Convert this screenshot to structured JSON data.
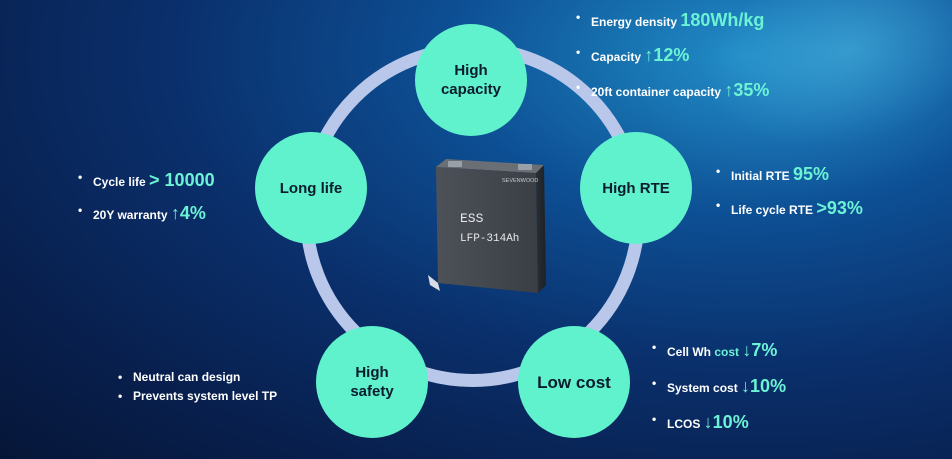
{
  "nodes": {
    "capacity": "High capacity",
    "rte": "High RTE",
    "cost": "Low cost",
    "safety": "High safety",
    "life": "Long life"
  },
  "cell": {
    "line1": "ESS",
    "line2": "LFP-314Ah",
    "brand": "SEVENWOOD"
  },
  "capacity_items": [
    {
      "label": "Energy density ",
      "value": "180Wh/kg"
    },
    {
      "label": "Capacity ",
      "value": "↑12%"
    },
    {
      "label": "20ft container capacity ",
      "value": "↑35%"
    }
  ],
  "rte_items": [
    {
      "label": "Initial RTE ",
      "value": "95%"
    },
    {
      "label": "Life cycle RTE ",
      "value": ">93%"
    }
  ],
  "life_items": [
    {
      "label": "Cycle life ",
      "value": "> 10000"
    },
    {
      "label": "20Y warranty ",
      "value": "↑4%"
    }
  ],
  "safety_items": [
    {
      "label": "Neutral can design"
    },
    {
      "label": "Prevents system level TP"
    }
  ],
  "cost_items": [
    {
      "label": "Cell Wh ",
      "accent": "cost ",
      "value": "↓7%"
    },
    {
      "label": "System cost ",
      "value": "↓10%"
    },
    {
      "label": "LCOS ",
      "value": "↓10%"
    }
  ],
  "colors": {
    "node": "#5ff2cc",
    "ring": "#b9c8ea",
    "highlight": "#6cf2d4",
    "background": "#0a2f6b"
  }
}
